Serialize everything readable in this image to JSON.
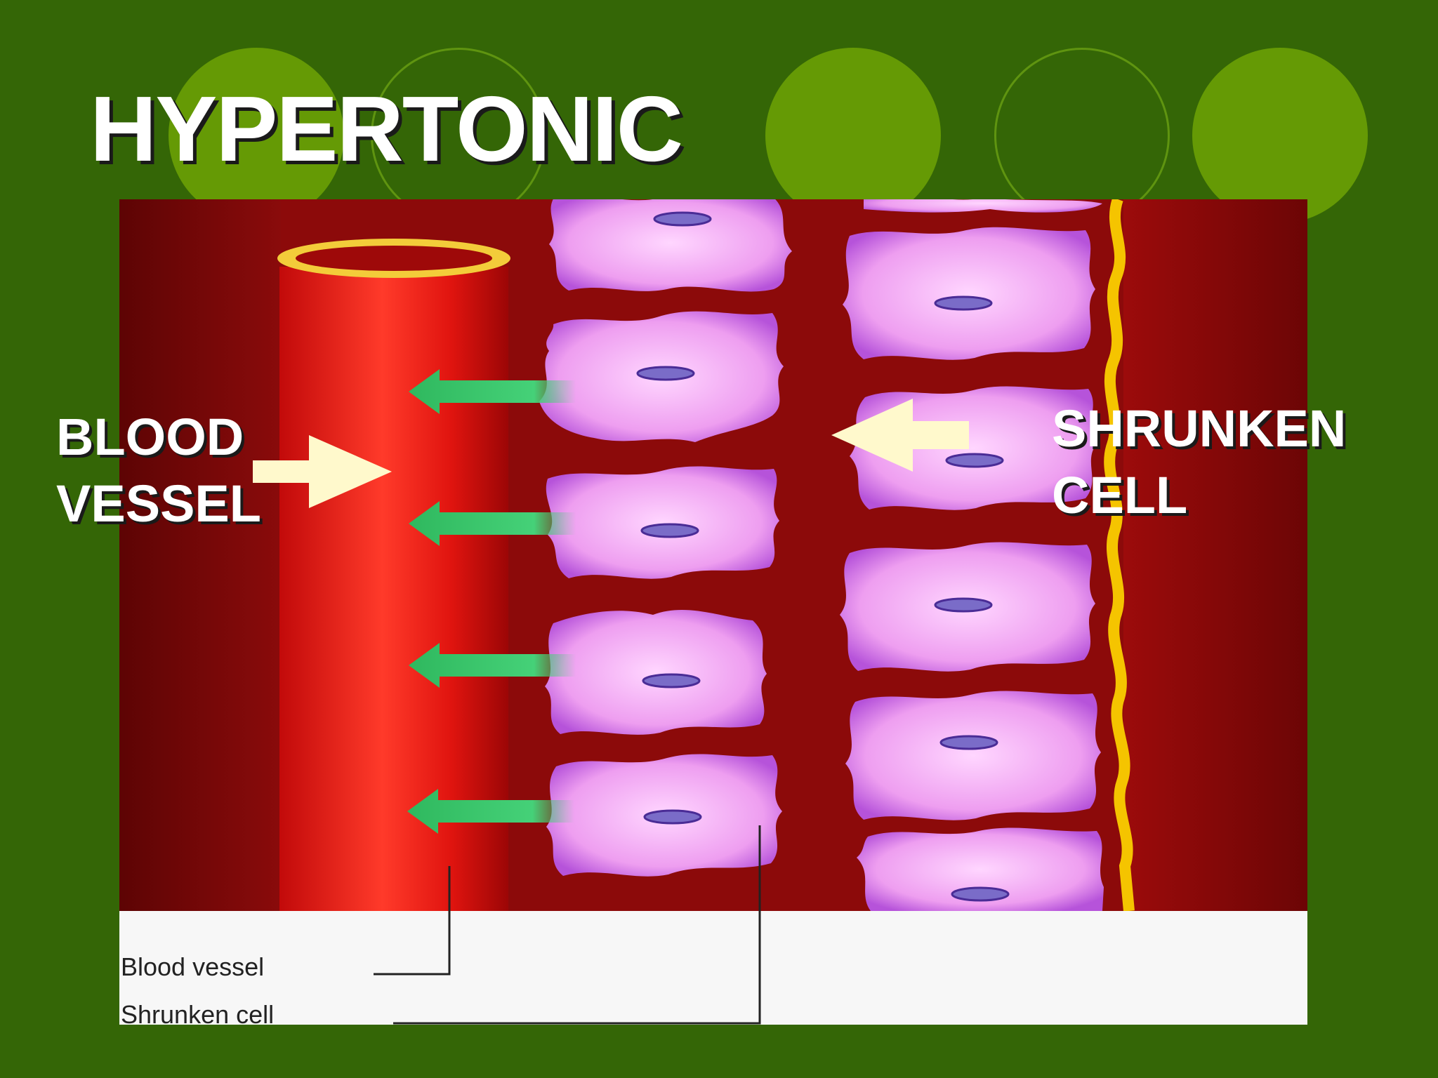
{
  "slide": {
    "title": "HYPERTONIC",
    "background_color": "#346606",
    "accent_circle_color": "#659a05"
  },
  "figure": {
    "legend": {
      "blood_vessel": "Blood vessel",
      "shrunken_cell": "Shrunken cell"
    }
  },
  "labels": {
    "left": [
      "BLOOD",
      "VESSEL"
    ],
    "right": [
      "SHRUNKEN",
      "CELL"
    ]
  },
  "colors": {
    "tissue": "#8c0a0a",
    "vessel": "#e01414",
    "cell": "#e89ee8",
    "cell_outline": "#a24ad8",
    "nucleus": "#7a6cc8",
    "water_arrow": "#37c26a",
    "pointer_arrow": "#fff9cc",
    "membrane": "#f5c400"
  }
}
